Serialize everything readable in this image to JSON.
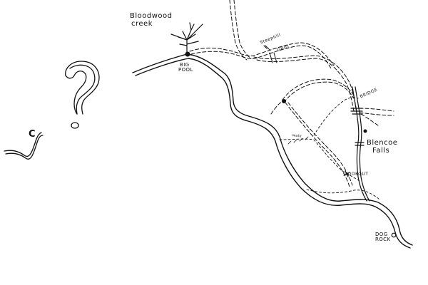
{
  "labels": {
    "creek_line1": "Bloodwood",
    "creek_line2": "creek",
    "big_pool_line1": "BIG",
    "big_pool_line2": "POOL",
    "steephill": "Steephill",
    "grid": "GRID",
    "bridge": "BRIDGE",
    "falls_line1": "Blencoe",
    "falls_line2": "Falls",
    "lookout": "LOOKOUT",
    "dog_rock_line1": "DOG",
    "dog_rock_line2": "ROCK",
    "c_mark": "C",
    "walk_label": "walk"
  },
  "colors": {
    "ink": "#111111",
    "background": "#ffffff"
  },
  "icons": {
    "question": "question-mark-icon"
  }
}
